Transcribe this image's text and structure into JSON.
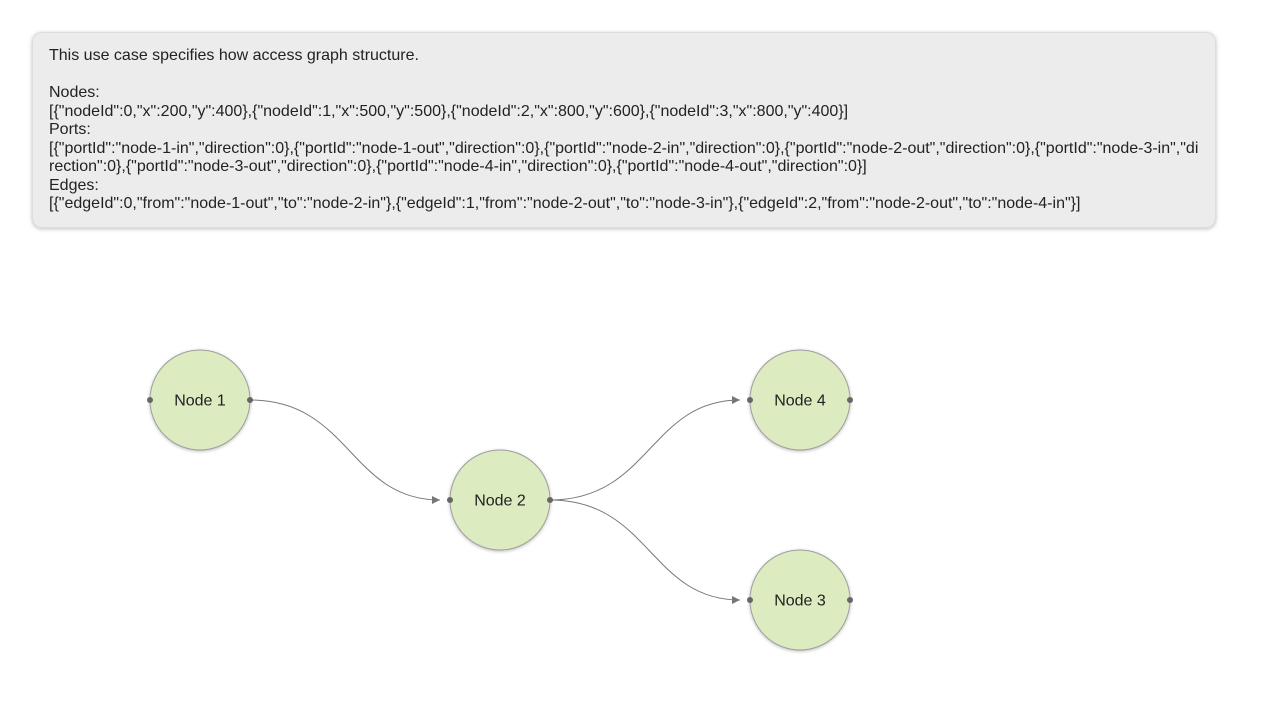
{
  "description": {
    "intro": "This use case specifies how access graph structure.",
    "nodes_label": "Nodes:",
    "nodes_json": "[{\"nodeId\":0,\"x\":200,\"y\":400},{\"nodeId\":1,\"x\":500,\"y\":500},{\"nodeId\":2,\"x\":800,\"y\":600},{\"nodeId\":3,\"x\":800,\"y\":400}]",
    "ports_label": "Ports:",
    "ports_json": "[{\"portId\":\"node-1-in\",\"direction\":0},{\"portId\":\"node-1-out\",\"direction\":0},{\"portId\":\"node-2-in\",\"direction\":0},{\"portId\":\"node-2-out\",\"direction\":0},{\"portId\":\"node-3-in\",\"direction\":0},{\"portId\":\"node-3-out\",\"direction\":0},{\"portId\":\"node-4-in\",\"direction\":0},{\"portId\":\"node-4-out\",\"direction\":0}]",
    "edges_label": "Edges:",
    "edges_json": "[{\"edgeId\":0,\"from\":\"node-1-out\",\"to\":\"node-2-in\"},{\"edgeId\":1,\"from\":\"node-2-out\",\"to\":\"node-3-in\"},{\"edgeId\":2,\"from\":\"node-2-out\",\"to\":\"node-4-in\"}]"
  },
  "graph": {
    "node_fill": "#dcebc0",
    "node_stroke": "#9e9e9e",
    "edge_color": "#777777",
    "nodes": [
      {
        "id": "node-1",
        "label": "Node 1"
      },
      {
        "id": "node-2",
        "label": "Node 2"
      },
      {
        "id": "node-3",
        "label": "Node 3"
      },
      {
        "id": "node-4",
        "label": "Node 4"
      }
    ],
    "edges": [
      {
        "from": "node-1-out",
        "to": "node-2-in"
      },
      {
        "from": "node-2-out",
        "to": "node-3-in"
      },
      {
        "from": "node-2-out",
        "to": "node-4-in"
      }
    ]
  }
}
